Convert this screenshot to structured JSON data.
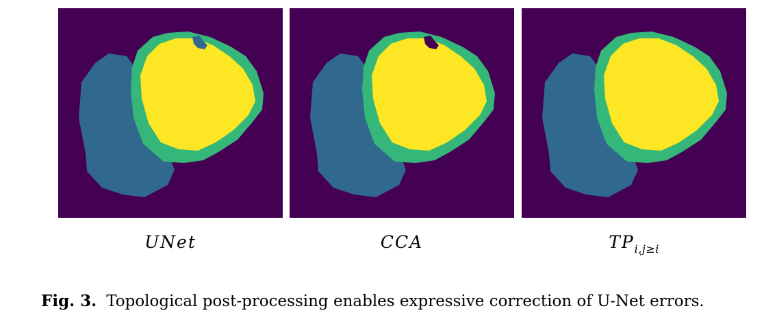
{
  "colors": {
    "background": "#440154",
    "outer_region": "#31688e",
    "ring_region": "#35b779",
    "inner_region": "#fde725"
  },
  "panels": [
    {
      "label_main": "UNet",
      "label_sub": ""
    },
    {
      "label_main": "CCA",
      "label_sub": ""
    },
    {
      "label_main": "TP",
      "label_sub": "i,j≥i"
    }
  ],
  "caption": {
    "figure_number": "Fig. 3.",
    "text": "Topological post-processing enables expressive correction of U-Net errors."
  }
}
